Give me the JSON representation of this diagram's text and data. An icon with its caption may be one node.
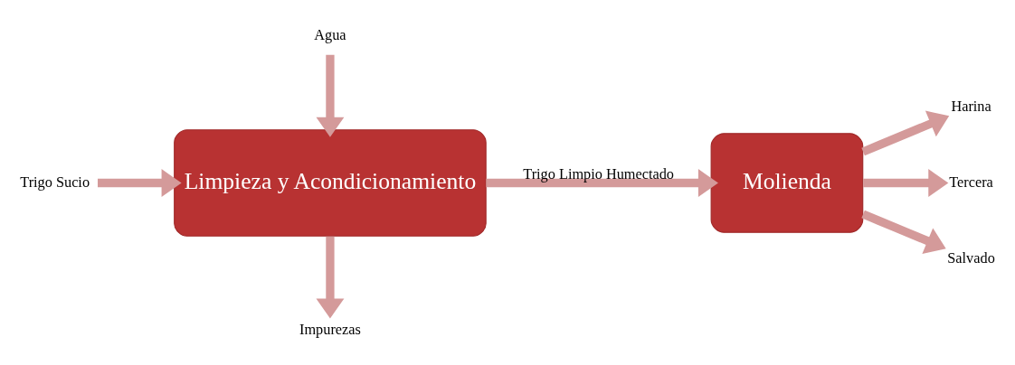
{
  "diagram": {
    "nodes": [
      {
        "text": [
          "Agua"
        ]
      },
      {
        "text": [
          "Trigo Sucio"
        ]
      },
      {
        "text": [
          "Limpieza y Acondicionamiento"
        ]
      },
      {
        "text": [
          "Impurezas"
        ]
      },
      {
        "text": [
          "Molienda"
        ]
      },
      {
        "text": [
          "Harina"
        ]
      },
      {
        "text": [
          "Tercera"
        ]
      },
      {
        "text": [
          "Salvado"
        ]
      }
    ],
    "edges": [
      {
        "from": 0,
        "to": 2,
        "arrow": "to"
      },
      {
        "from": 1,
        "to": 2,
        "arrow": "to"
      },
      {
        "from": 2,
        "to": 3,
        "arrow": "to"
      },
      {
        "from": 2,
        "to": 4,
        "arrow": "to",
        "label": "Trigo Limpio Humectado"
      },
      {
        "from": 4,
        "to": 5,
        "arrow": "to"
      },
      {
        "from": 4,
        "to": 6,
        "arrow": "to"
      },
      {
        "from": 4,
        "to": 7,
        "arrow": "to"
      }
    ]
  }
}
